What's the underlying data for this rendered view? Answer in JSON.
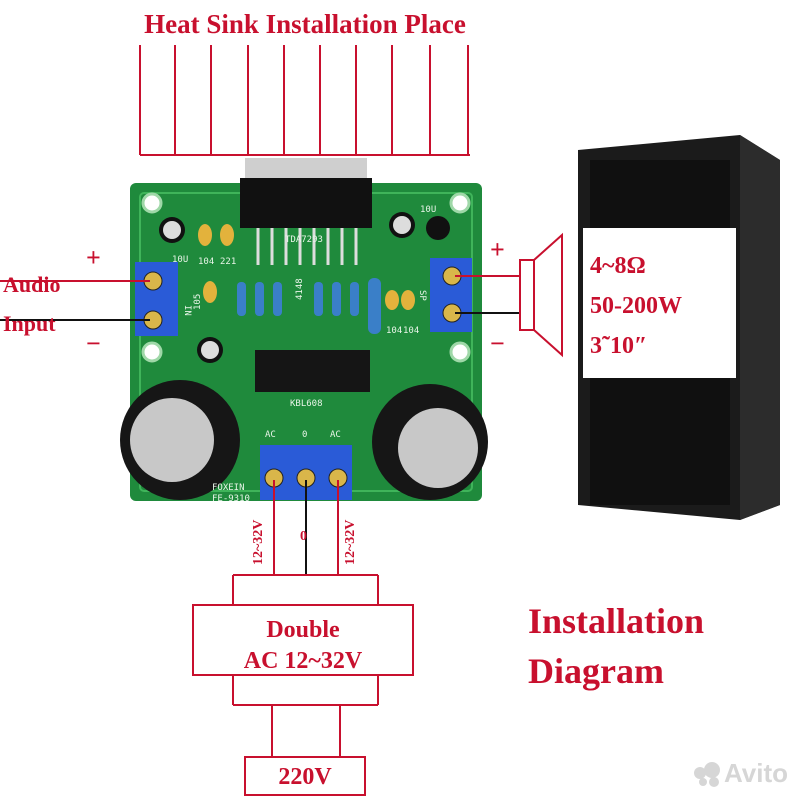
{
  "title": "Heat Sink Installation Place",
  "audio_input": {
    "line1": "Audio",
    "line2": "Input",
    "plus": "+",
    "minus": "−"
  },
  "speaker_output": {
    "plus": "+",
    "minus": "−"
  },
  "speaker_specs": {
    "impedance": "4~8Ω",
    "power": "50-200W",
    "size": "3˜10″"
  },
  "power": {
    "left_label": "12~32V",
    "center_label": "0",
    "right_label": "12~32V"
  },
  "transformer": {
    "line1": "Double",
    "line2": "AC 12~32V"
  },
  "mains": "220V",
  "diagram_title": {
    "line1": "Installation",
    "line2": "Diagram"
  },
  "pcb_silkscreen": {
    "chip": "TDA7293",
    "cap_left": "10U",
    "cap1": "104",
    "cap2": "221",
    "cap3": "105",
    "in_label": "IN",
    "sp_label": "SP",
    "cap_right": "10U",
    "cap_r1": "104",
    "cap_r2": "104",
    "diode": "4148",
    "rectifier": "KBL608",
    "ac_left": "AC",
    "zero": "0",
    "ac_right": "AC",
    "brand": "FOXEIN",
    "model": "FE-9310"
  },
  "watermark": "Avito",
  "colors": {
    "accent": "#c8102e",
    "pcb": "#1f8a3c",
    "terminal": "#2a5bd7"
  }
}
